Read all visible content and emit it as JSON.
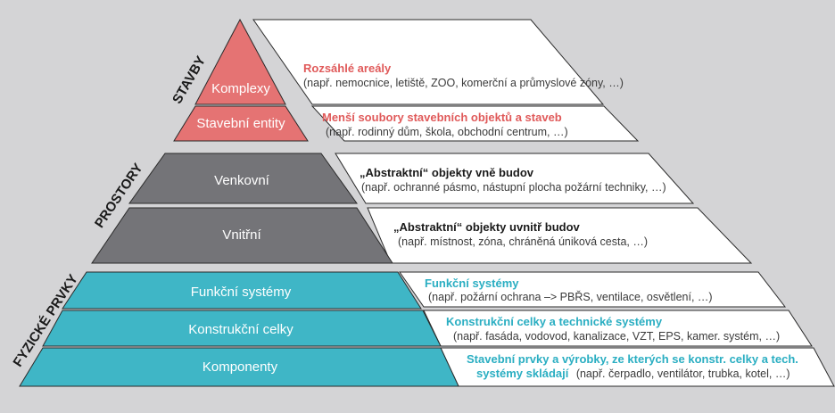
{
  "colors": {
    "background": "#d4d4d6",
    "stavby": "#e57373",
    "prostory": "#747478",
    "fyzicke": "#3fb6c6",
    "stavby_text": "#e05a5a",
    "prostory_text": "#1a1a1a",
    "fyzicke_text": "#2aaec2",
    "panel": "#ffffff",
    "outline": "#2a2a2a"
  },
  "groups": {
    "stavby": "STAVBY",
    "prostory": "PROSTORY",
    "fyzicke": "FYZICKÉ PRVKY"
  },
  "levels": {
    "komplexy": "Komplexy",
    "stavebni_entity": "Stavební entity",
    "venkovni": "Venkovní",
    "vnitrni": "Vnitřní",
    "funkcni_systemy": "Funkční systémy",
    "konstrukcni_celky": "Konstrukční celky",
    "komponenty": "Komponenty"
  },
  "descriptions": {
    "komplexy": {
      "title": "Rozsáhlé areály",
      "example": "(např. nemocnice, letiště, ZOO, komerční a průmyslové zóny, …)"
    },
    "stavebni_entity": {
      "title": "Menší soubory stavebních objektů a staveb",
      "example": "(např. rodinný dům, škola, obchodní centrum, …)"
    },
    "venkovni": {
      "title": "„Abstraktní“ objekty vně budov",
      "example": "(např. ochranné pásmo, nástupní plocha požární techniky, …)"
    },
    "vnitrni": {
      "title": "„Abstraktní“ objekty uvnitř budov",
      "example": "(např. místnost, zóna, chráněná úniková cesta, …)"
    },
    "funkcni_systemy": {
      "title": "Funkční systémy",
      "example": "(např. požární ochrana –> PBŘS, ventilace, osvětlení, …)"
    },
    "konstrukcni_celky": {
      "title": "Konstrukční celky a technické systémy",
      "example": "(např. fasáda, vodovod, kanalizace, VZT, EPS, kamer. systém, …)"
    },
    "komponenty": {
      "title": "Stavební prvky a výrobky, ze kterých se konstr. celky a tech.",
      "title_line2": "systémy skládají",
      "example": "(např. čerpadlo, ventilátor, trubka, kotel, …)"
    }
  }
}
